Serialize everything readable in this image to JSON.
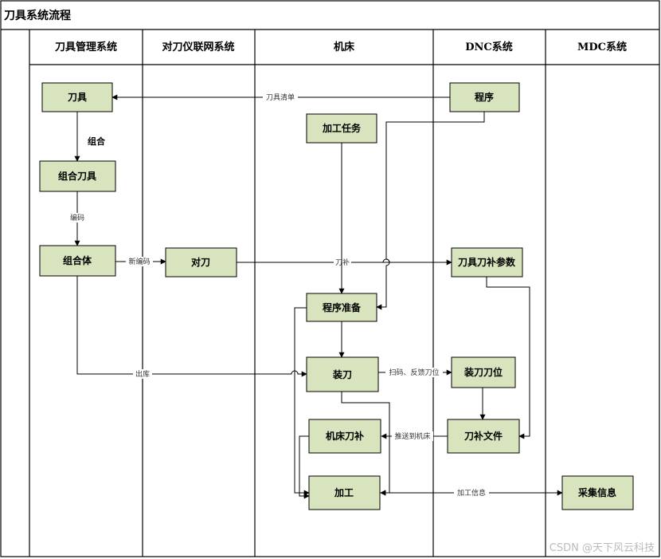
{
  "title": "刀具系统流程",
  "lanes": [
    "刀具管理系统",
    "对刀仪联网系统",
    "机床",
    "DNC系统",
    "MDC系统"
  ],
  "nodes": {
    "tool": "刀具",
    "combo_tool": "组合刀具",
    "assembly": "组合体",
    "presetting": "对刀",
    "program": "程序",
    "task": "加工任务",
    "prog_prep": "程序准备",
    "load_tool": "装刀",
    "load_position": "装刀刀位",
    "offset_params": "刀具刀补参数",
    "offset_file": "刀补文件",
    "machine_offset": "机床刀补",
    "machining": "加工",
    "collect": "采集信息"
  },
  "edge_labels": {
    "tool_list": "刀具清单",
    "combine": "组合",
    "encode": "编码",
    "new_encode": "新编码",
    "offset": "刀补",
    "outbound": "出库",
    "scan_feedback": "扫码、反馈刀位",
    "push_to_machine": "推送到机床",
    "machining_info": "加工信息"
  },
  "watermark": "CSDN @天下风云科技"
}
